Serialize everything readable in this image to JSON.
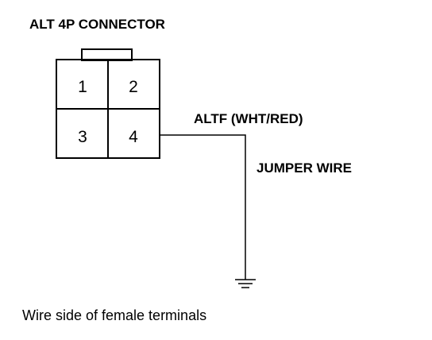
{
  "title": "ALT 4P CONNECTOR",
  "connector": {
    "pins": [
      "1",
      "2",
      "3",
      "4"
    ]
  },
  "wire_label": "ALTF (WHT/RED)",
  "jumper_label": "JUMPER WIRE",
  "caption": "Wire side of female terminals",
  "colors": {
    "line": "#000000",
    "background": "#ffffff"
  }
}
